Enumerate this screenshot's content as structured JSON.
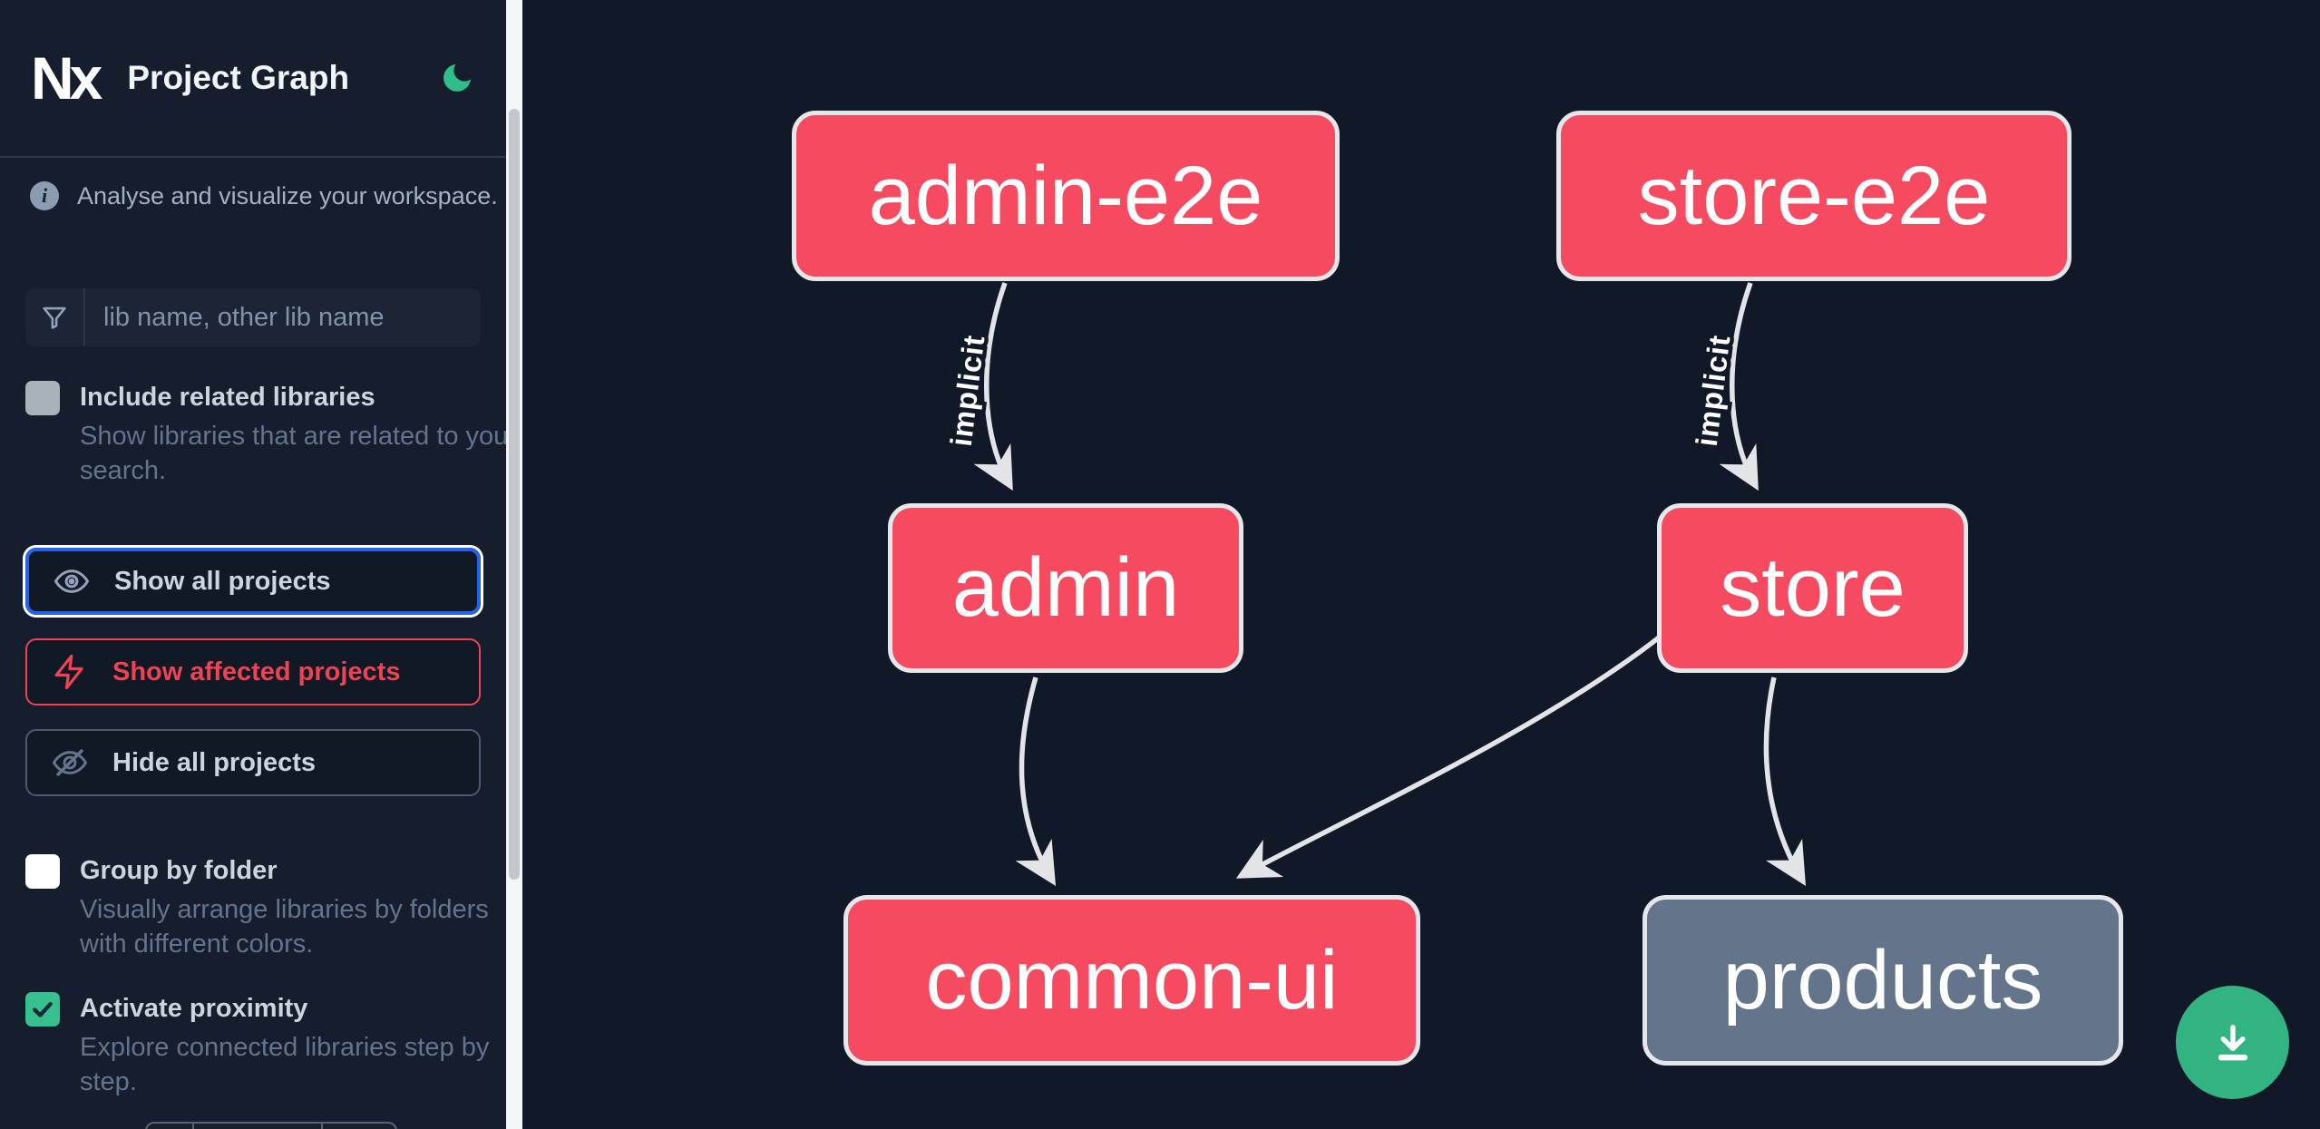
{
  "header": {
    "app_name": "Nx",
    "title": "Project Graph",
    "theme_toggle_icon": "moon-icon"
  },
  "sidebar": {
    "tagline": "Analyse and visualize your workspace.",
    "search": {
      "placeholder": "lib name, other lib name",
      "value": "",
      "icon": "funnel-icon"
    },
    "toggles": [
      {
        "label": "Include related libraries",
        "description": "Show libraries that are related to your search.",
        "checked": false
      },
      {
        "label": "Group by folder",
        "description": "Visually arrange libraries by folders with different colors.",
        "checked": false
      },
      {
        "label": "Activate proximity",
        "description": "Explore connected libraries step by step.",
        "checked": true
      }
    ],
    "buttons": [
      {
        "label": "Show all projects",
        "icon": "eye-icon",
        "state": "focused"
      },
      {
        "label": "Show affected projects",
        "icon": "bolt-icon",
        "state": "affected"
      },
      {
        "label": "Hide all projects",
        "icon": "eye-off-icon",
        "state": "default"
      }
    ]
  },
  "graph": {
    "nodes": [
      {
        "id": "admin-e2e",
        "color": "pink"
      },
      {
        "id": "store-e2e",
        "color": "pink"
      },
      {
        "id": "admin",
        "color": "pink"
      },
      {
        "id": "store",
        "color": "pink"
      },
      {
        "id": "common-ui",
        "color": "pink"
      },
      {
        "id": "products",
        "color": "gray"
      }
    ],
    "edges": [
      {
        "from": "admin-e2e",
        "to": "admin",
        "label": "implicit"
      },
      {
        "from": "store-e2e",
        "to": "store",
        "label": "implicit"
      },
      {
        "from": "admin",
        "to": "common-ui",
        "label": ""
      },
      {
        "from": "store",
        "to": "common-ui",
        "label": ""
      },
      {
        "from": "store",
        "to": "products",
        "label": ""
      }
    ]
  },
  "fab": {
    "icon": "download-icon"
  },
  "colors": {
    "node_pink": "#f64a60",
    "node_gray": "#64748b",
    "node_border": "#e6e7ea",
    "edge": "#e3e4e8",
    "focus_blue": "#2563eb",
    "affected_red": "#ee4452",
    "fab_green": "#32b482",
    "check_green": "#35c08e",
    "sidebar_bg": "#161d2c",
    "canvas_bg": "#111827"
  }
}
